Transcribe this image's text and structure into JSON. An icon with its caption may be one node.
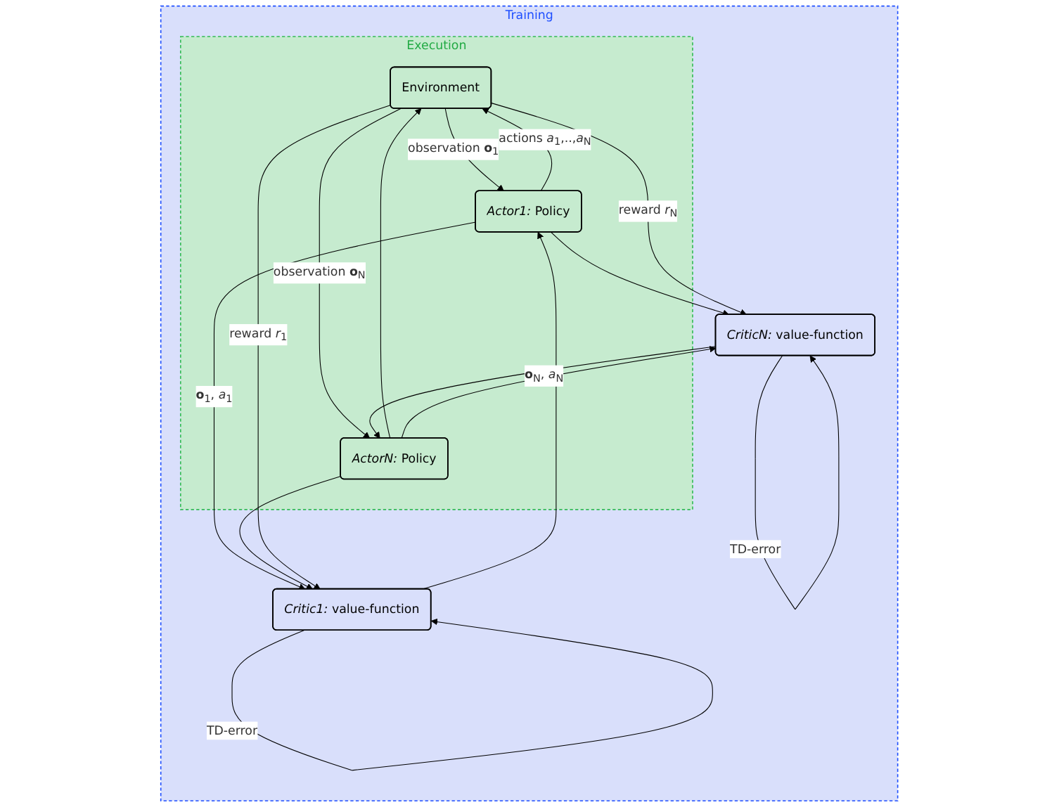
{
  "diagram": {
    "nodes": [
      {
        "text": [
          "Training"
        ]
      },
      {
        "text": [
          "Execution"
        ],
        "in": 0
      },
      {
        "text": [
          "Environment"
        ],
        "in": 1
      },
      {
        "text": [
          "*Actor1:* Policy"
        ],
        "in": 1
      },
      {
        "text": [
          "*ActorN:* Policy"
        ],
        "in": 1
      },
      {
        "text": [
          "*Critic1:* value-function"
        ],
        "in": 0
      },
      {
        "text": [
          "*CriticN:* value-function"
        ],
        "in": 0
      }
    ],
    "edges": [
      {
        "from": 2,
        "to": 3,
        "arrow": "to",
        "label": "observation **o**$_{1}$"
      },
      {
        "from": 2,
        "to": 4,
        "arrow": "to",
        "label": "observation **o**$_{N}$"
      },
      {
        "from": 3,
        "to": 2,
        "arrow": "to",
        "label": "actions *a*$_{1}$,..,*a*$_{N}$"
      },
      {
        "from": 4,
        "to": 2,
        "arrow": "to"
      },
      {
        "from": 3,
        "to": 5,
        "arrow": "to",
        "label": "**o**$_{1}$, *a*$_{1}$"
      },
      {
        "from": 3,
        "to": 6,
        "arrow": "to"
      },
      {
        "from": 4,
        "to": 5,
        "arrow": "to"
      },
      {
        "from": 4,
        "to": 6,
        "arrow": "to",
        "label": "**o**$_{N}$, *a*$_{N}$"
      },
      {
        "from": 2,
        "to": 5,
        "arrow": "to",
        "label": "reward *r*$_{1}$"
      },
      {
        "from": 2,
        "to": 6,
        "arrow": "to",
        "label": "reward *r*$_{N}$"
      },
      {
        "from": 5,
        "to": 3,
        "arrow": "to"
      },
      {
        "from": 5,
        "to": 5,
        "arrow": "to",
        "label": "TD-error"
      },
      {
        "from": 6,
        "to": 4,
        "arrow": "to"
      },
      {
        "from": 6,
        "to": 6,
        "arrow": "to",
        "label": "TD-error"
      }
    ]
  }
}
